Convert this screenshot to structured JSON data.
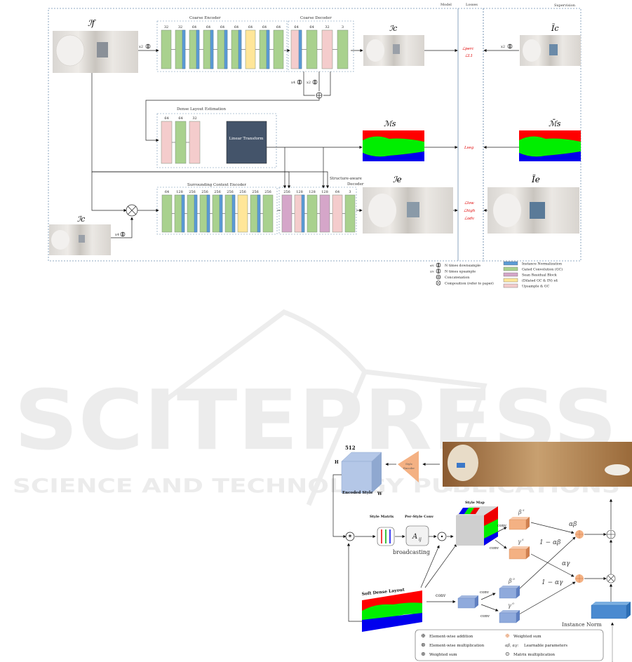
{
  "watermark": {
    "main": "SCITEPRESS",
    "sub": "SCIENCE AND TECHNOLOGY PUBLICATIONS"
  },
  "fig1": {
    "sections": {
      "model": "Model",
      "losses": "Losses",
      "supervision": "Supervision"
    },
    "images": {
      "input": "ℐf",
      "coarse_out": "ℐc",
      "coarse_gt": "Ĩc",
      "layout_out": "ℳs",
      "layout_gt": "ℳ̄s",
      "final_out": "ℐe",
      "final_gt": "Ĩe",
      "coarse_in": "ℐc"
    },
    "coarse_encoder": {
      "title": "Coarse Encoder",
      "blocks": [
        {
          "ch": "32",
          "type": "gc"
        },
        {
          "ch": "32",
          "type": "gc_in"
        },
        {
          "ch": "64",
          "type": "gc_in"
        },
        {
          "ch": "64",
          "type": "gc_in"
        },
        {
          "ch": "64",
          "type": "gc_in"
        },
        {
          "ch": "64",
          "type": "gc_in"
        },
        {
          "ch": "64",
          "type": "dilated"
        },
        {
          "ch": "64",
          "type": "gc_in"
        },
        {
          "ch": "64",
          "type": "gc"
        }
      ]
    },
    "coarse_decoder": {
      "title": "Coarse Decoder",
      "blocks": [
        {
          "ch": "64",
          "type": "up_in"
        },
        {
          "ch": "64",
          "type": "gc"
        },
        {
          "ch": "32",
          "type": "up"
        },
        {
          "ch": "3",
          "type": "gc"
        }
      ]
    },
    "dense_layout": {
      "title": "Dense Layout Estimation",
      "blocks": [
        {
          "ch": "64",
          "type": "up"
        },
        {
          "ch": "64",
          "type": "gc"
        },
        {
          "ch": "32",
          "type": "up"
        }
      ],
      "linear_transform": "Linear Transform"
    },
    "surrounding_encoder": {
      "title": "Surrounding Context Encoder",
      "blocks": [
        {
          "ch": "64",
          "type": "gc"
        },
        {
          "ch": "128",
          "type": "gc_in"
        },
        {
          "ch": "256",
          "type": "gc_in"
        },
        {
          "ch": "256",
          "type": "gc_in"
        },
        {
          "ch": "256",
          "type": "gc_in"
        },
        {
          "ch": "256",
          "type": "gc_in"
        },
        {
          "ch": "256",
          "type": "dilated"
        },
        {
          "ch": "256",
          "type": "gc_in"
        },
        {
          "ch": "256",
          "type": "gc"
        }
      ]
    },
    "structure_decoder": {
      "title_line1": "Structure-aware",
      "title_line2": "Decoder",
      "blocks": [
        {
          "ch": "256",
          "type": "sean"
        },
        {
          "ch": "128",
          "type": "up_in"
        },
        {
          "ch": "128",
          "type": "gc"
        },
        {
          "ch": "128",
          "type": "sean"
        },
        {
          "ch": "64",
          "type": "up"
        },
        {
          "ch": "3",
          "type": "gc"
        }
      ]
    },
    "scale_labels": {
      "x2": "x2",
      "x4": "x4"
    },
    "losses": {
      "coarse": [
        "ℒperc",
        "ℒL1"
      ],
      "layout": "Lseg",
      "final": [
        "ℒlow",
        "ℒhigh",
        "ℒadv"
      ]
    },
    "legend_symbols": [
      {
        "prefix": "xN",
        "label": "N times downsample"
      },
      {
        "prefix": "xN",
        "label": "N times upsample"
      },
      {
        "prefix": "",
        "label": "Concatenation"
      },
      {
        "prefix": "",
        "label": "Composition (refer to paper)"
      }
    ],
    "legend_colors": [
      {
        "label": "Instance Normalization",
        "color": "#5b9bd5"
      },
      {
        "label": "Gated Convolution (GC)",
        "color": "#a9d18e"
      },
      {
        "label": "Sean Residual Block",
        "color": "#d5a6c9"
      },
      {
        "label": "(Dilated GC & IN) x4",
        "color": "#ffe699"
      },
      {
        "label": "Upsample & GC",
        "color": "#f4cccc"
      }
    ],
    "colors": {
      "gc": "#a9d18e",
      "in": "#5b9bd5",
      "dilated": "#ffe699",
      "up": "#f4cccc",
      "sean": "#d5a6c9",
      "linear": "#44546a",
      "loss": "#e00000",
      "dash": "#6f8fb0"
    }
  },
  "fig2": {
    "encoded_style": {
      "title": "Encoded Style",
      "dim_c": "512",
      "dim_h": "H",
      "dim_w": "W"
    },
    "style_encoder": {
      "line1": "Style",
      "line2": "Encoder"
    },
    "style_matrix": "Style Matrix",
    "per_style_conv": "Per-Style Conv",
    "aij": "A",
    "aij_sub": "ij",
    "broadcasting": "broadcasting",
    "style_map": "Style Map",
    "soft_dense_layout": "Soft Dense Layout",
    "conv": "conv",
    "beta_s": "β",
    "gamma_s": "γ",
    "beta_o": "β",
    "gamma_o": "γ",
    "sup_s": "s",
    "sup_o": "o",
    "alpha_beta": "αβ",
    "alpha_gamma": "αγ",
    "one_minus_alpha_beta": "1 − αβ",
    "one_minus_alpha_gamma": "1 − αγ",
    "instance_norm": "Instance Norm",
    "legend": [
      {
        "symbol": "⊕",
        "label": "Element-wise addition"
      },
      {
        "symbol": "⊗",
        "label": "Element-wise multiplication"
      },
      {
        "symbol": "⊛",
        "label": "Weighted sum"
      },
      {
        "symbol": "⊕",
        "label": "Weighted sum",
        "orange": true
      },
      {
        "symbol": "αβ, αγ:",
        "label": "Learnable parameters"
      },
      {
        "symbol": "⊙",
        "label": "Matrix multiplication"
      }
    ]
  }
}
